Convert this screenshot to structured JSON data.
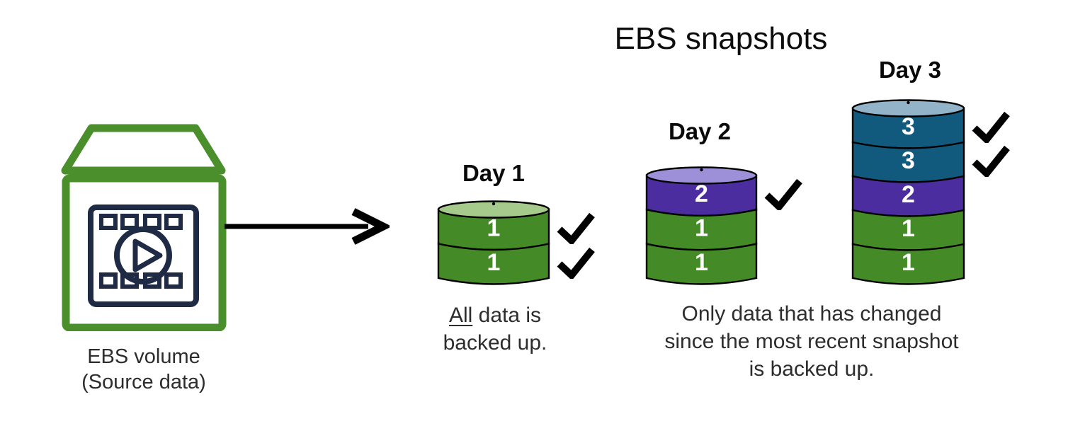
{
  "title": "EBS snapshots",
  "colors": {
    "green": "#448a26",
    "green_top": "#a6c98c",
    "purple": "#4c2da0",
    "purple_top": "#9e90d8",
    "teal": "#115a7e",
    "teal_top": "#93b4c8",
    "outline": "#000000",
    "number": "#ffffff",
    "icon_green": "#4a8f2c",
    "icon_navy": "#1f2b45",
    "arrow": "#000000"
  },
  "icons": {
    "source": "ebs-volume-media-icon",
    "arrow": "right-arrow-icon",
    "check": "check-icon"
  },
  "source": {
    "line1": "EBS volume",
    "line2": "(Source data)"
  },
  "stacks": [
    {
      "label": "Day 1",
      "top": "green_top",
      "checks": 2,
      "segments": [
        {
          "value": "1",
          "color": "green"
        },
        {
          "value": "1",
          "color": "green"
        }
      ]
    },
    {
      "label": "Day 2",
      "top": "purple_top",
      "checks": 1,
      "segments": [
        {
          "value": "2",
          "color": "purple"
        },
        {
          "value": "1",
          "color": "green"
        },
        {
          "value": "1",
          "color": "green"
        }
      ]
    },
    {
      "label": "Day 3",
      "top": "teal_top",
      "checks": 2,
      "segments": [
        {
          "value": "3",
          "color": "teal"
        },
        {
          "value": "3",
          "color": "teal"
        },
        {
          "value": "2",
          "color": "purple"
        },
        {
          "value": "1",
          "color": "green"
        },
        {
          "value": "1",
          "color": "green"
        }
      ]
    }
  ],
  "captions": {
    "day1": {
      "underlined": "All",
      "rest_line1": " data is",
      "line2": "backed up."
    },
    "incremental": {
      "lines": [
        "Only data that has changed",
        "since the most recent snapshot",
        "is backed up."
      ]
    }
  }
}
